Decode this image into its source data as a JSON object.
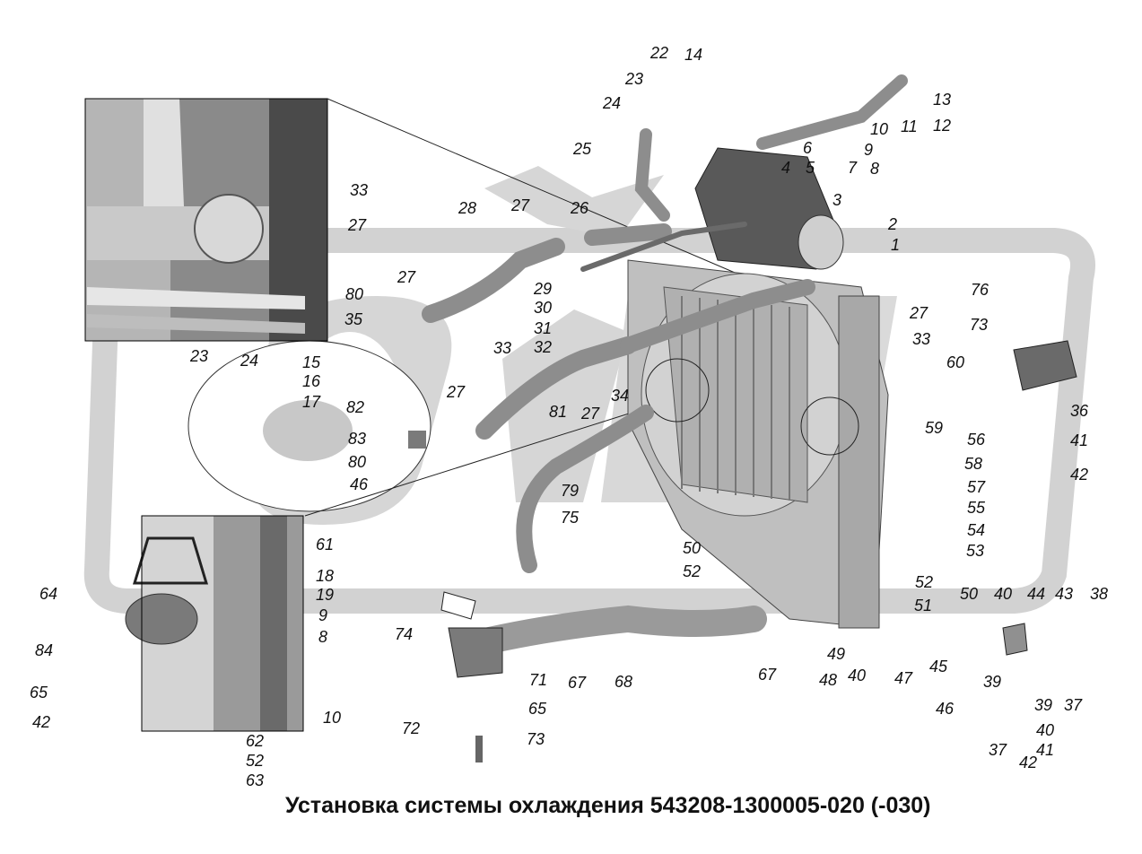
{
  "title": "Установка системы охлаждения 543208-1300005-020 (-030)",
  "callouts": [
    {
      "id": "c22",
      "text": "22"
    },
    {
      "id": "c14",
      "text": "14"
    },
    {
      "id": "c23",
      "text": "23"
    },
    {
      "id": "c13",
      "text": "13"
    },
    {
      "id": "c12",
      "text": "12"
    },
    {
      "id": "c11",
      "text": "11"
    },
    {
      "id": "c10",
      "text": "10"
    },
    {
      "id": "c24",
      "text": "24"
    },
    {
      "id": "c9",
      "text": "9"
    },
    {
      "id": "c8",
      "text": "8"
    },
    {
      "id": "c7",
      "text": "7"
    },
    {
      "id": "c6",
      "text": "6"
    },
    {
      "id": "c5",
      "text": "5"
    },
    {
      "id": "c4",
      "text": "4"
    },
    {
      "id": "c25",
      "text": "25"
    },
    {
      "id": "c3",
      "text": "3"
    },
    {
      "id": "c2",
      "text": "2"
    },
    {
      "id": "c1",
      "text": "1"
    },
    {
      "id": "c28",
      "text": "28"
    },
    {
      "id": "c27a",
      "text": "27"
    },
    {
      "id": "c26",
      "text": "26"
    },
    {
      "id": "c33a",
      "text": "33"
    },
    {
      "id": "c27b",
      "text": "27"
    },
    {
      "id": "c80a",
      "text": "80"
    },
    {
      "id": "c35",
      "text": "35"
    },
    {
      "id": "c23b",
      "text": "23"
    },
    {
      "id": "c24b",
      "text": "24"
    },
    {
      "id": "c15",
      "text": "15"
    },
    {
      "id": "c16",
      "text": "16"
    },
    {
      "id": "c17",
      "text": "17"
    },
    {
      "id": "c27c",
      "text": "27"
    },
    {
      "id": "c29",
      "text": "29"
    },
    {
      "id": "c30",
      "text": "30"
    },
    {
      "id": "c31",
      "text": "31"
    },
    {
      "id": "c32",
      "text": "32"
    },
    {
      "id": "c27d",
      "text": "27"
    },
    {
      "id": "c76",
      "text": "76"
    },
    {
      "id": "c33b",
      "text": "33"
    },
    {
      "id": "c73a",
      "text": "73"
    },
    {
      "id": "c60",
      "text": "60"
    },
    {
      "id": "c33c",
      "text": "33"
    },
    {
      "id": "c27e",
      "text": "27"
    },
    {
      "id": "c81",
      "text": "81"
    },
    {
      "id": "c27f",
      "text": "27"
    },
    {
      "id": "c34",
      "text": "34"
    },
    {
      "id": "c36",
      "text": "36"
    },
    {
      "id": "c82",
      "text": "82"
    },
    {
      "id": "c59",
      "text": "59"
    },
    {
      "id": "c41a",
      "text": "41"
    },
    {
      "id": "c83",
      "text": "83"
    },
    {
      "id": "c56",
      "text": "56"
    },
    {
      "id": "c80b",
      "text": "80"
    },
    {
      "id": "c58",
      "text": "58"
    },
    {
      "id": "c42a",
      "text": "42"
    },
    {
      "id": "c46a",
      "text": "46"
    },
    {
      "id": "c57",
      "text": "57"
    },
    {
      "id": "c79",
      "text": "79"
    },
    {
      "id": "c55",
      "text": "55"
    },
    {
      "id": "c75",
      "text": "75"
    },
    {
      "id": "c54",
      "text": "54"
    },
    {
      "id": "c61",
      "text": "61"
    },
    {
      "id": "c53",
      "text": "53"
    },
    {
      "id": "c50a",
      "text": "50"
    },
    {
      "id": "c52a",
      "text": "52"
    },
    {
      "id": "c18",
      "text": "18"
    },
    {
      "id": "c19",
      "text": "19"
    },
    {
      "id": "c9b",
      "text": "9"
    },
    {
      "id": "c8b",
      "text": "8"
    },
    {
      "id": "c64",
      "text": "64"
    },
    {
      "id": "c52b",
      "text": "52"
    },
    {
      "id": "c51",
      "text": "51"
    },
    {
      "id": "c50b",
      "text": "50"
    },
    {
      "id": "c40a",
      "text": "40"
    },
    {
      "id": "c44",
      "text": "44"
    },
    {
      "id": "c43",
      "text": "43"
    },
    {
      "id": "c38",
      "text": "38"
    },
    {
      "id": "c74",
      "text": "74"
    },
    {
      "id": "c49",
      "text": "49"
    },
    {
      "id": "c45",
      "text": "45"
    },
    {
      "id": "c84",
      "text": "84"
    },
    {
      "id": "c71",
      "text": "71"
    },
    {
      "id": "c67a",
      "text": "67"
    },
    {
      "id": "c68",
      "text": "68"
    },
    {
      "id": "c67b",
      "text": "67"
    },
    {
      "id": "c48",
      "text": "48"
    },
    {
      "id": "c40b",
      "text": "40"
    },
    {
      "id": "c47",
      "text": "47"
    },
    {
      "id": "c39a",
      "text": "39"
    },
    {
      "id": "c65a",
      "text": "65"
    },
    {
      "id": "c65b",
      "text": "65"
    },
    {
      "id": "c46b",
      "text": "46"
    },
    {
      "id": "c39b",
      "text": "39"
    },
    {
      "id": "c37a",
      "text": "37"
    },
    {
      "id": "c10b",
      "text": "10"
    },
    {
      "id": "c42b",
      "text": "42"
    },
    {
      "id": "c62",
      "text": "62"
    },
    {
      "id": "c72",
      "text": "72"
    },
    {
      "id": "c73b",
      "text": "73"
    },
    {
      "id": "c40c",
      "text": "40"
    },
    {
      "id": "c41b",
      "text": "41"
    },
    {
      "id": "c37b",
      "text": "37"
    },
    {
      "id": "c52c",
      "text": "52"
    },
    {
      "id": "c42c",
      "text": "42"
    },
    {
      "id": "c63",
      "text": "63"
    }
  ]
}
